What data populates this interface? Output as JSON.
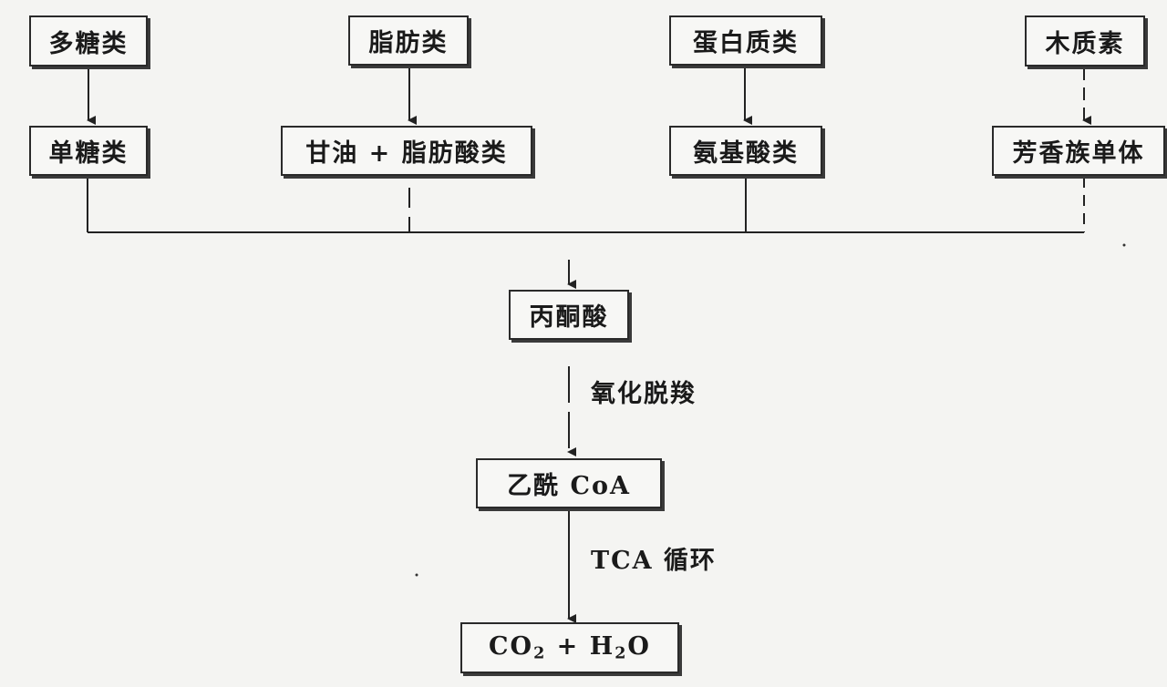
{
  "sources": [
    {
      "label": "多糖类"
    },
    {
      "label": "脂肪类"
    },
    {
      "label": "蛋白质类"
    },
    {
      "label": "木质素"
    }
  ],
  "monomers": [
    {
      "label": "单糖类"
    },
    {
      "label": "甘油 + 脂肪酸类"
    },
    {
      "label": "氨基酸类"
    },
    {
      "label": "芳香族单体"
    }
  ],
  "pyruvate": {
    "label": "丙酮酸"
  },
  "step1": {
    "label": "氧化脱羧"
  },
  "acetyl_coa": {
    "label": "乙酰 CoA"
  },
  "step2": {
    "label": "TCA 循环"
  },
  "products": {
    "co2_main": "CO",
    "co2_sub": "2",
    "plus": " + ",
    "h2o_h": "H",
    "h2o_sub": "2",
    "h2o_o": "O"
  }
}
